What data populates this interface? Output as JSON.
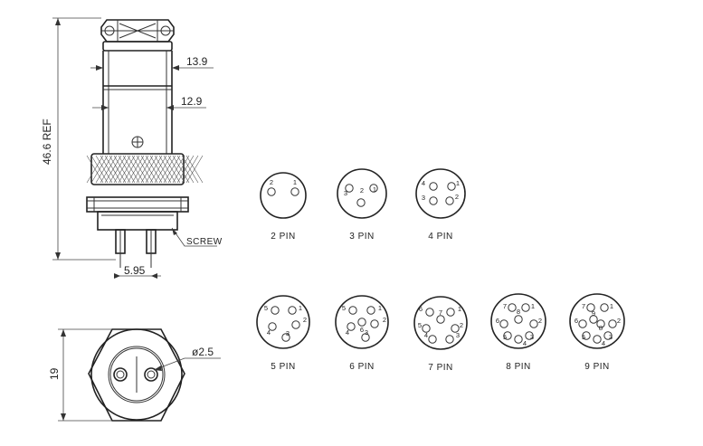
{
  "dimensions": {
    "d1": "13.9",
    "d2": "12.9",
    "length": "46.6 REF",
    "screw": "SCREW",
    "pitch": "5.95",
    "height": "19",
    "hole": "ø2.5"
  },
  "pin_layouts": [
    {
      "label": "2 PIN",
      "pins": [
        {
          "n": "2"
        },
        {
          "n": "1"
        }
      ]
    },
    {
      "label": "3 PIN",
      "pins": [
        {
          "n": "3"
        },
        {
          "n": "2"
        },
        {
          "n": "1"
        }
      ]
    },
    {
      "label": "4 PIN",
      "pins": [
        {
          "n": "4"
        },
        {
          "n": "1"
        },
        {
          "n": "3"
        },
        {
          "n": "2"
        }
      ]
    },
    {
      "label": "5 PIN",
      "pins": [
        {
          "n": "5"
        },
        {
          "n": "1"
        },
        {
          "n": "2"
        },
        {
          "n": "4"
        },
        {
          "n": "3"
        }
      ]
    },
    {
      "label": "6 PIN",
      "pins": [
        {
          "n": "5"
        },
        {
          "n": "1"
        },
        {
          "n": "6"
        },
        {
          "n": "2"
        },
        {
          "n": "4"
        },
        {
          "n": "3"
        }
      ]
    },
    {
      "label": "7 PIN",
      "pins": [
        {
          "n": "6"
        },
        {
          "n": "1"
        },
        {
          "n": "7"
        },
        {
          "n": "5"
        },
        {
          "n": "2"
        },
        {
          "n": "4"
        },
        {
          "n": "3"
        }
      ]
    },
    {
      "label": "8 PIN",
      "pins": [
        {
          "n": "7"
        },
        {
          "n": "1"
        },
        {
          "n": "8"
        },
        {
          "n": "6"
        },
        {
          "n": "2"
        },
        {
          "n": "5"
        },
        {
          "n": "3"
        },
        {
          "n": "4"
        }
      ]
    },
    {
      "label": "9 PIN",
      "pins": [
        {
          "n": "7"
        },
        {
          "n": "1"
        },
        {
          "n": "9"
        },
        {
          "n": "6"
        },
        {
          "n": "8"
        },
        {
          "n": "2"
        },
        {
          "n": "5"
        },
        {
          "n": "3"
        },
        {
          "n": "4"
        }
      ]
    }
  ]
}
